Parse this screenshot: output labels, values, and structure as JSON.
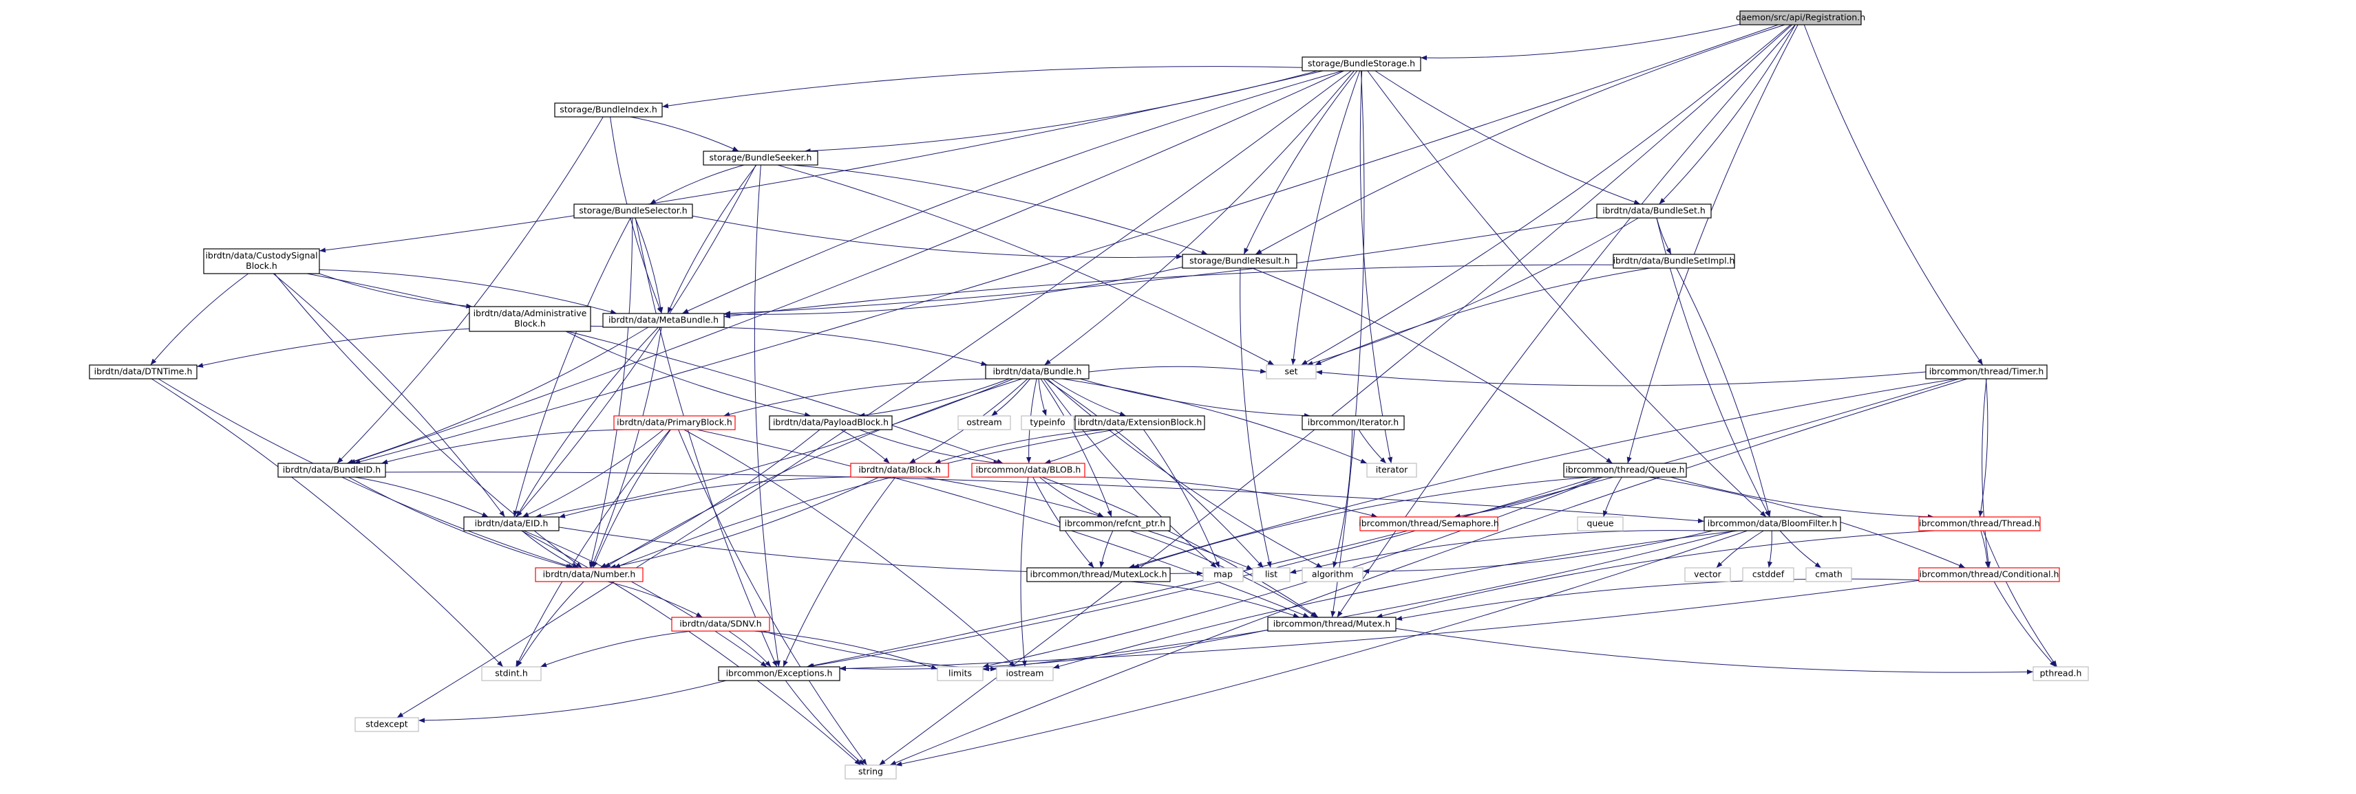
{
  "colors": {
    "edge": "#191970",
    "node_border": "#000000",
    "node_border_incomplete": "#ff0000",
    "node_border_system": "#bfbfbf",
    "root_fill": "#bfbfbf",
    "node_fill": "#ffffff",
    "text": "#000000"
  },
  "nodes": [
    {
      "id": "root",
      "label": "daemon/src/api/Registration.h",
      "kind": "root"
    },
    {
      "id": "BundleStorage",
      "label": "storage/BundleStorage.h",
      "kind": "normal"
    },
    {
      "id": "BundleIndex",
      "label": "storage/BundleIndex.h",
      "kind": "normal"
    },
    {
      "id": "BundleSeeker",
      "label": "storage/BundleSeeker.h",
      "kind": "normal"
    },
    {
      "id": "BundleSelector",
      "label": "storage/BundleSelector.h",
      "kind": "normal"
    },
    {
      "id": "BundleResult",
      "label": "storage/BundleResult.h",
      "kind": "normal"
    },
    {
      "id": "CustodySignal",
      "label": [
        "ibrdtn/data/CustodySignal",
        "Block.h"
      ],
      "kind": "normal"
    },
    {
      "id": "AdminBlock",
      "label": [
        "ibrdtn/data/Administrative",
        "Block.h"
      ],
      "kind": "normal"
    },
    {
      "id": "MetaBundle",
      "label": "ibrdtn/data/MetaBundle.h",
      "kind": "normal"
    },
    {
      "id": "DTNTime",
      "label": "ibrdtn/data/DTNTime.h",
      "kind": "normal"
    },
    {
      "id": "Bundle",
      "label": "ibrdtn/data/Bundle.h",
      "kind": "normal"
    },
    {
      "id": "PrimaryBlock",
      "label": "ibrdtn/data/PrimaryBlock.h",
      "kind": "incomplete"
    },
    {
      "id": "PayloadBlock",
      "label": "ibrdtn/data/PayloadBlock.h",
      "kind": "normal"
    },
    {
      "id": "ExtensionBlock",
      "label": "ibrdtn/data/ExtensionBlock.h",
      "kind": "normal"
    },
    {
      "id": "Iterator",
      "label": "ibrcommon/Iterator.h",
      "kind": "normal"
    },
    {
      "id": "BundleSet",
      "label": "ibrdtn/data/BundleSet.h",
      "kind": "normal"
    },
    {
      "id": "BundleSetImpl",
      "label": "ibrdtn/data/BundleSetImpl.h",
      "kind": "normal"
    },
    {
      "id": "Timer",
      "label": "ibrcommon/thread/Timer.h",
      "kind": "normal"
    },
    {
      "id": "BundleID",
      "label": "ibrdtn/data/BundleID.h",
      "kind": "normal"
    },
    {
      "id": "Block",
      "label": "ibrdtn/data/Block.h",
      "kind": "incomplete"
    },
    {
      "id": "BLOB",
      "label": "ibrcommon/data/BLOB.h",
      "kind": "incomplete"
    },
    {
      "id": "Queue",
      "label": "ibrcommon/thread/Queue.h",
      "kind": "normal"
    },
    {
      "id": "EID",
      "label": "ibrdtn/data/EID.h",
      "kind": "normal"
    },
    {
      "id": "refcnt",
      "label": "ibrcommon/refcnt_ptr.h",
      "kind": "normal"
    },
    {
      "id": "Semaphore",
      "label": "ibrcommon/thread/Semaphore.h",
      "kind": "incomplete"
    },
    {
      "id": "BloomFilter",
      "label": "ibrcommon/data/BloomFilter.h",
      "kind": "normal"
    },
    {
      "id": "Thread",
      "label": "ibrcommon/thread/Thread.h",
      "kind": "incomplete"
    },
    {
      "id": "Number",
      "label": "ibrdtn/data/Number.h",
      "kind": "incomplete"
    },
    {
      "id": "MutexLock",
      "label": "ibrcommon/thread/MutexLock.h",
      "kind": "normal"
    },
    {
      "id": "Conditional",
      "label": "ibrcommon/thread/Conditional.h",
      "kind": "incomplete"
    },
    {
      "id": "SDNV",
      "label": "ibrdtn/data/SDNV.h",
      "kind": "incomplete"
    },
    {
      "id": "Mutex",
      "label": "ibrcommon/thread/Mutex.h",
      "kind": "normal"
    },
    {
      "id": "Exceptions",
      "label": "ibrcommon/Exceptions.h",
      "kind": "normal"
    },
    {
      "id": "set",
      "label": "set",
      "kind": "system"
    },
    {
      "id": "ostream",
      "label": "ostream",
      "kind": "system"
    },
    {
      "id": "typeinfo",
      "label": "typeinfo",
      "kind": "system"
    },
    {
      "id": "iterator",
      "label": "iterator",
      "kind": "system"
    },
    {
      "id": "queue",
      "label": "queue",
      "kind": "system"
    },
    {
      "id": "map",
      "label": "map",
      "kind": "system"
    },
    {
      "id": "list",
      "label": "list",
      "kind": "system"
    },
    {
      "id": "algorithm",
      "label": "algorithm",
      "kind": "system"
    },
    {
      "id": "vector",
      "label": "vector",
      "kind": "system"
    },
    {
      "id": "cstddef",
      "label": "cstddef",
      "kind": "system"
    },
    {
      "id": "cmath",
      "label": "cmath",
      "kind": "system"
    },
    {
      "id": "limits",
      "label": "limits",
      "kind": "system"
    },
    {
      "id": "iostream",
      "label": "iostream",
      "kind": "system"
    },
    {
      "id": "stdint",
      "label": "stdint.h",
      "kind": "system"
    },
    {
      "id": "pthread",
      "label": "pthread.h",
      "kind": "system"
    },
    {
      "id": "stdexcept",
      "label": "stdexcept",
      "kind": "system"
    },
    {
      "id": "string",
      "label": "string",
      "kind": "system"
    }
  ],
  "edges": [
    [
      "root",
      "BundleStorage"
    ],
    [
      "root",
      "BundleResult"
    ],
    [
      "root",
      "BundleSet"
    ],
    [
      "root",
      "Queue"
    ],
    [
      "root",
      "set"
    ],
    [
      "root",
      "Timer"
    ],
    [
      "root",
      "BundleID"
    ],
    [
      "root",
      "Mutex"
    ],
    [
      "root",
      "string"
    ],
    [
      "BundleStorage",
      "BundleIndex"
    ],
    [
      "BundleStorage",
      "BundleSeeker"
    ],
    [
      "BundleStorage",
      "BundleResult"
    ],
    [
      "BundleStorage",
      "CustodySignal"
    ],
    [
      "BundleStorage",
      "MetaBundle"
    ],
    [
      "BundleStorage",
      "Bundle"
    ],
    [
      "BundleStorage",
      "BundleSet"
    ],
    [
      "BundleStorage",
      "BundleID"
    ],
    [
      "BundleStorage",
      "BloomFilter"
    ],
    [
      "BundleStorage",
      "Mutex"
    ],
    [
      "BundleStorage",
      "set"
    ],
    [
      "BundleStorage",
      "stdexcept"
    ],
    [
      "BundleStorage",
      "iterator"
    ],
    [
      "BundleIndex",
      "BundleSeeker"
    ],
    [
      "BundleIndex",
      "MetaBundle"
    ],
    [
      "BundleIndex",
      "BundleID"
    ],
    [
      "BundleSeeker",
      "BundleSelector"
    ],
    [
      "BundleSeeker",
      "BundleResult"
    ],
    [
      "BundleSeeker",
      "MetaBundle"
    ],
    [
      "BundleSeeker",
      "EID"
    ],
    [
      "BundleSeeker",
      "Exceptions"
    ],
    [
      "BundleSeeker",
      "set"
    ],
    [
      "BundleSelector",
      "BundleResult"
    ],
    [
      "BundleSelector",
      "MetaBundle"
    ],
    [
      "BundleSelector",
      "EID"
    ],
    [
      "BundleSelector",
      "Number"
    ],
    [
      "BundleSelector",
      "Exceptions"
    ],
    [
      "BundleResult",
      "MetaBundle"
    ],
    [
      "BundleResult",
      "list"
    ],
    [
      "BundleResult",
      "Queue"
    ],
    [
      "CustodySignal",
      "AdminBlock"
    ],
    [
      "CustodySignal",
      "MetaBundle"
    ],
    [
      "CustodySignal",
      "DTNTime"
    ],
    [
      "CustodySignal",
      "EID"
    ],
    [
      "CustodySignal",
      "Number"
    ],
    [
      "CustodySignal",
      "BLOB"
    ],
    [
      "AdminBlock",
      "PayloadBlock"
    ],
    [
      "MetaBundle",
      "Bundle"
    ],
    [
      "MetaBundle",
      "DTNTime"
    ],
    [
      "MetaBundle",
      "BundleID"
    ],
    [
      "MetaBundle",
      "EID"
    ],
    [
      "MetaBundle",
      "Number"
    ],
    [
      "DTNTime",
      "Number"
    ],
    [
      "DTNTime",
      "stdint"
    ],
    [
      "Bundle",
      "PrimaryBlock"
    ],
    [
      "Bundle",
      "PayloadBlock"
    ],
    [
      "Bundle",
      "ExtensionBlock"
    ],
    [
      "Bundle",
      "Block"
    ],
    [
      "Bundle",
      "Iterator"
    ],
    [
      "Bundle",
      "EID"
    ],
    [
      "Bundle",
      "Number"
    ],
    [
      "Bundle",
      "refcnt"
    ],
    [
      "Bundle",
      "BLOB"
    ],
    [
      "Bundle",
      "set"
    ],
    [
      "Bundle",
      "map"
    ],
    [
      "Bundle",
      "list"
    ],
    [
      "Bundle",
      "algorithm"
    ],
    [
      "Bundle",
      "ostream"
    ],
    [
      "Bundle",
      "typeinfo"
    ],
    [
      "Bundle",
      "iterator"
    ],
    [
      "PrimaryBlock",
      "BundleID"
    ],
    [
      "PrimaryBlock",
      "EID"
    ],
    [
      "PrimaryBlock",
      "Number"
    ],
    [
      "PrimaryBlock",
      "Mutex"
    ],
    [
      "PrimaryBlock",
      "stdint"
    ],
    [
      "PrimaryBlock",
      "iostream"
    ],
    [
      "PrimaryBlock",
      "string"
    ],
    [
      "PayloadBlock",
      "Block"
    ],
    [
      "PayloadBlock",
      "BLOB"
    ],
    [
      "PayloadBlock",
      "Number"
    ],
    [
      "ExtensionBlock",
      "Block"
    ],
    [
      "ExtensionBlock",
      "BLOB"
    ],
    [
      "ExtensionBlock",
      "Number"
    ],
    [
      "ExtensionBlock",
      "map"
    ],
    [
      "Iterator",
      "iterator"
    ],
    [
      "Iterator",
      "algorithm"
    ],
    [
      "BundleSet",
      "BundleSetImpl"
    ],
    [
      "BundleSet",
      "MetaBundle"
    ],
    [
      "BundleSet",
      "BloomFilter"
    ],
    [
      "BundleSet",
      "set"
    ],
    [
      "BundleSetImpl",
      "MetaBundle"
    ],
    [
      "BundleSetImpl",
      "BloomFilter"
    ],
    [
      "BundleSetImpl",
      "set"
    ],
    [
      "Timer",
      "Thread"
    ],
    [
      "Timer",
      "Conditional"
    ],
    [
      "Timer",
      "set"
    ],
    [
      "Timer",
      "MutexLock"
    ],
    [
      "Timer",
      "Exceptions"
    ],
    [
      "Timer",
      "string"
    ],
    [
      "BundleID",
      "EID"
    ],
    [
      "BundleID",
      "Number"
    ],
    [
      "BundleID",
      "BloomFilter"
    ],
    [
      "Block",
      "EID"
    ],
    [
      "Block",
      "Number"
    ],
    [
      "Block",
      "Exceptions"
    ],
    [
      "Block",
      "list"
    ],
    [
      "BLOB",
      "refcnt"
    ],
    [
      "BLOB",
      "Semaphore"
    ],
    [
      "BLOB",
      "MutexLock"
    ],
    [
      "BLOB",
      "Mutex"
    ],
    [
      "BLOB",
      "iostream"
    ],
    [
      "Queue",
      "Semaphore"
    ],
    [
      "Queue",
      "Thread"
    ],
    [
      "Queue",
      "Conditional"
    ],
    [
      "Queue",
      "MutexLock"
    ],
    [
      "Queue",
      "Exceptions"
    ],
    [
      "Queue",
      "queue"
    ],
    [
      "Queue",
      "limits"
    ],
    [
      "EID",
      "Number"
    ],
    [
      "EID",
      "Exceptions"
    ],
    [
      "EID",
      "map"
    ],
    [
      "EID",
      "string"
    ],
    [
      "refcnt",
      "MutexLock"
    ],
    [
      "refcnt",
      "Mutex"
    ],
    [
      "BloomFilter",
      "list"
    ],
    [
      "BloomFilter",
      "algorithm"
    ],
    [
      "BloomFilter",
      "vector"
    ],
    [
      "BloomFilter",
      "cstddef"
    ],
    [
      "BloomFilter",
      "cmath"
    ],
    [
      "BloomFilter",
      "limits"
    ],
    [
      "BloomFilter",
      "iostream"
    ],
    [
      "BloomFilter",
      "string"
    ],
    [
      "Thread",
      "Mutex"
    ],
    [
      "Thread",
      "Conditional"
    ],
    [
      "Thread",
      "pthread"
    ],
    [
      "Number",
      "SDNV"
    ],
    [
      "Number",
      "stdint"
    ],
    [
      "MutexLock",
      "Mutex"
    ],
    [
      "Conditional",
      "Mutex"
    ],
    [
      "Conditional",
      "Exceptions"
    ],
    [
      "Conditional",
      "pthread"
    ],
    [
      "SDNV",
      "Exceptions"
    ],
    [
      "SDNV",
      "stdint"
    ],
    [
      "SDNV",
      "limits"
    ],
    [
      "SDNV",
      "iostream"
    ],
    [
      "Mutex",
      "Exceptions"
    ],
    [
      "Mutex",
      "pthread"
    ],
    [
      "Exceptions",
      "stdexcept"
    ],
    [
      "Exceptions",
      "string"
    ]
  ]
}
